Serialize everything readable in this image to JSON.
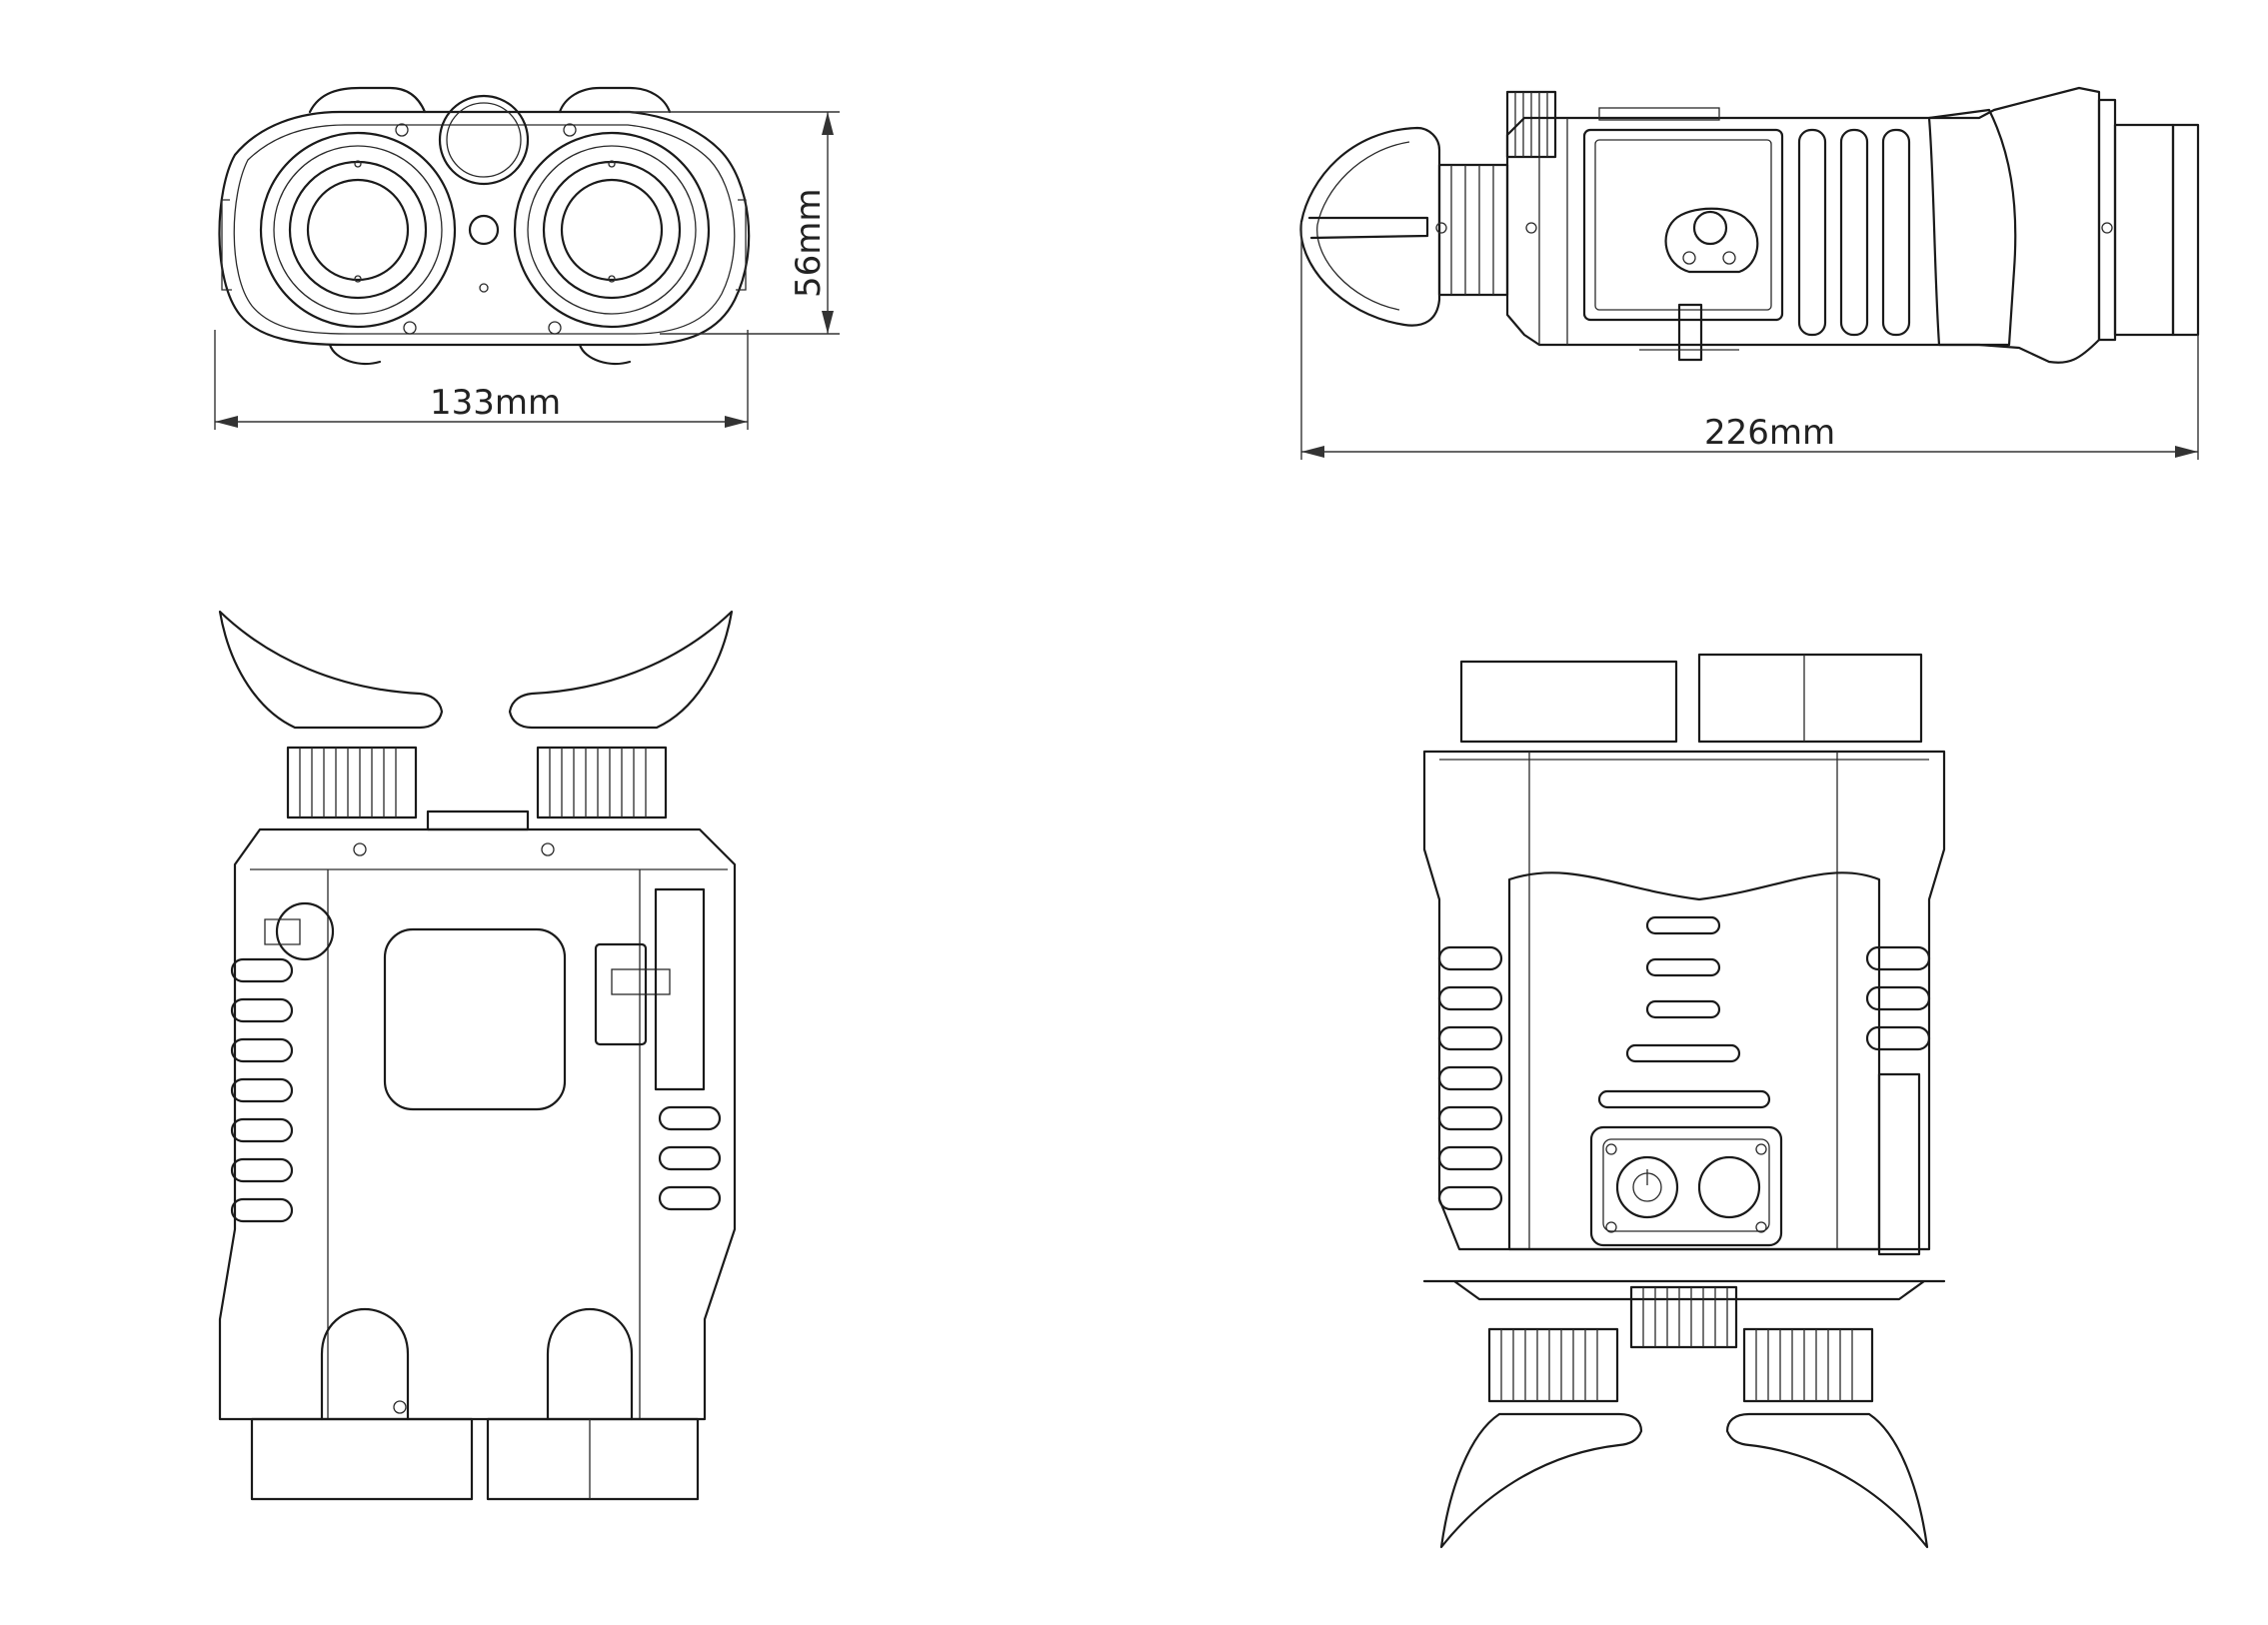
{
  "dimensions": {
    "width_front": "133mm",
    "height_front": "56mm",
    "length_side": "226mm"
  }
}
